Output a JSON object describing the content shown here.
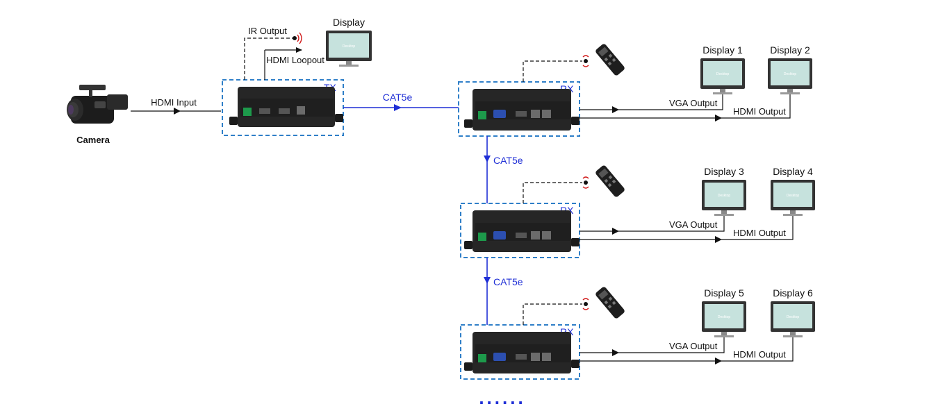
{
  "colors": {
    "signal": "#1f2fd6",
    "frame": "#2f7fc8",
    "line": "#111111",
    "device": "#262626",
    "screen": "#c6e2dd",
    "ir_red": "#d21e1e"
  },
  "camera": {
    "label": "Camera",
    "icon": "camcorder-icon"
  },
  "hdmi_input_label": "HDMI Input",
  "tx": {
    "tag": "TX",
    "ir_output_label": "IR Output",
    "loopout_label": "HDMI Loopout",
    "display_label": "Display",
    "screen_text": "Desktop"
  },
  "cat5e_label": "CAT5e",
  "receivers": [
    {
      "tag": "RX",
      "vga_label": "VGA Output",
      "hdmi_label": "HDMI Output",
      "display_a": "Display 1",
      "display_b": "Display 2",
      "screen_text": "Desktop"
    },
    {
      "tag": "RX",
      "vga_label": "VGA Output",
      "hdmi_label": "HDMI Output",
      "display_a": "Display 3",
      "display_b": "Display 4",
      "screen_text": "Desktop"
    },
    {
      "tag": "RX",
      "vga_label": "VGA Output",
      "hdmi_label": "HDMI Output",
      "display_a": "Display 5",
      "display_b": "Display 6",
      "screen_text": "Desktop"
    }
  ],
  "continuation": "......"
}
